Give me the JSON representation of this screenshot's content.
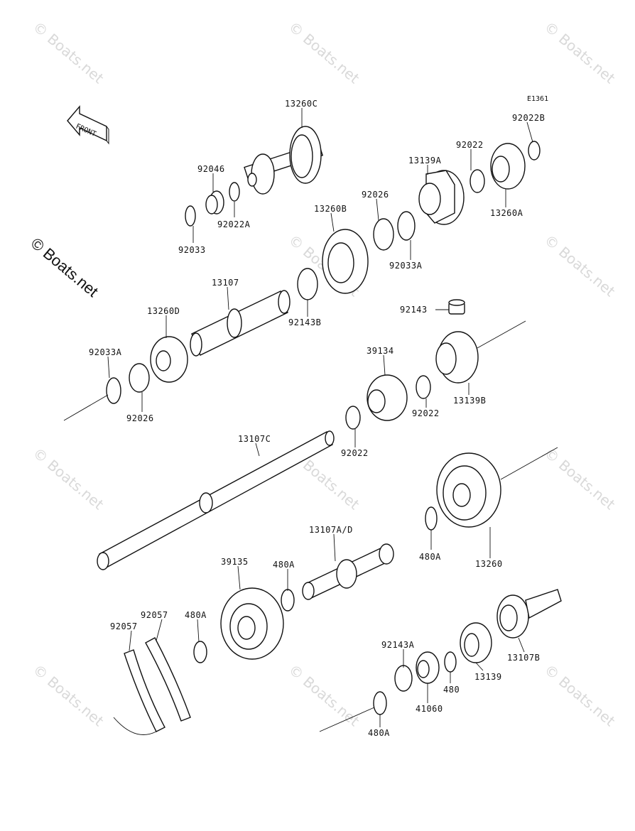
{
  "code": "E1361",
  "front_label": "FRONT",
  "copyright": "© Boats.net",
  "watermark": "© Boats.net",
  "parts": {
    "p13260C": "13260C",
    "p92046": "92046",
    "p92022A": "92022A",
    "p92033": "92033",
    "p13139A": "13139A",
    "p92022_top": "92022",
    "p92022B": "92022B",
    "p13260A": "13260A",
    "p92026_top": "92026",
    "p92033A_top": "92033A",
    "p13260B": "13260B",
    "p13107": "13107",
    "p92143B": "92143B",
    "p13260D": "13260D",
    "p92033A_left": "92033A",
    "p92026_left": "92026",
    "p92143": "92143",
    "p39134": "39134",
    "p13139B": "13139B",
    "p92022_mid": "92022",
    "p92022_low": "92022",
    "p13107C": "13107C",
    "p13260": "13260",
    "p480A_right": "480A",
    "p13107AD": "13107A/D",
    "p39135": "39135",
    "p480A_mid": "480A",
    "p92057_a": "92057",
    "p92057_b": "92057",
    "p480A_left": "480A",
    "p92143A": "92143A",
    "p480_small": "480",
    "p13139": "13139",
    "p13107B": "13107B",
    "p41060": "41060",
    "p480A_bottom": "480A"
  }
}
